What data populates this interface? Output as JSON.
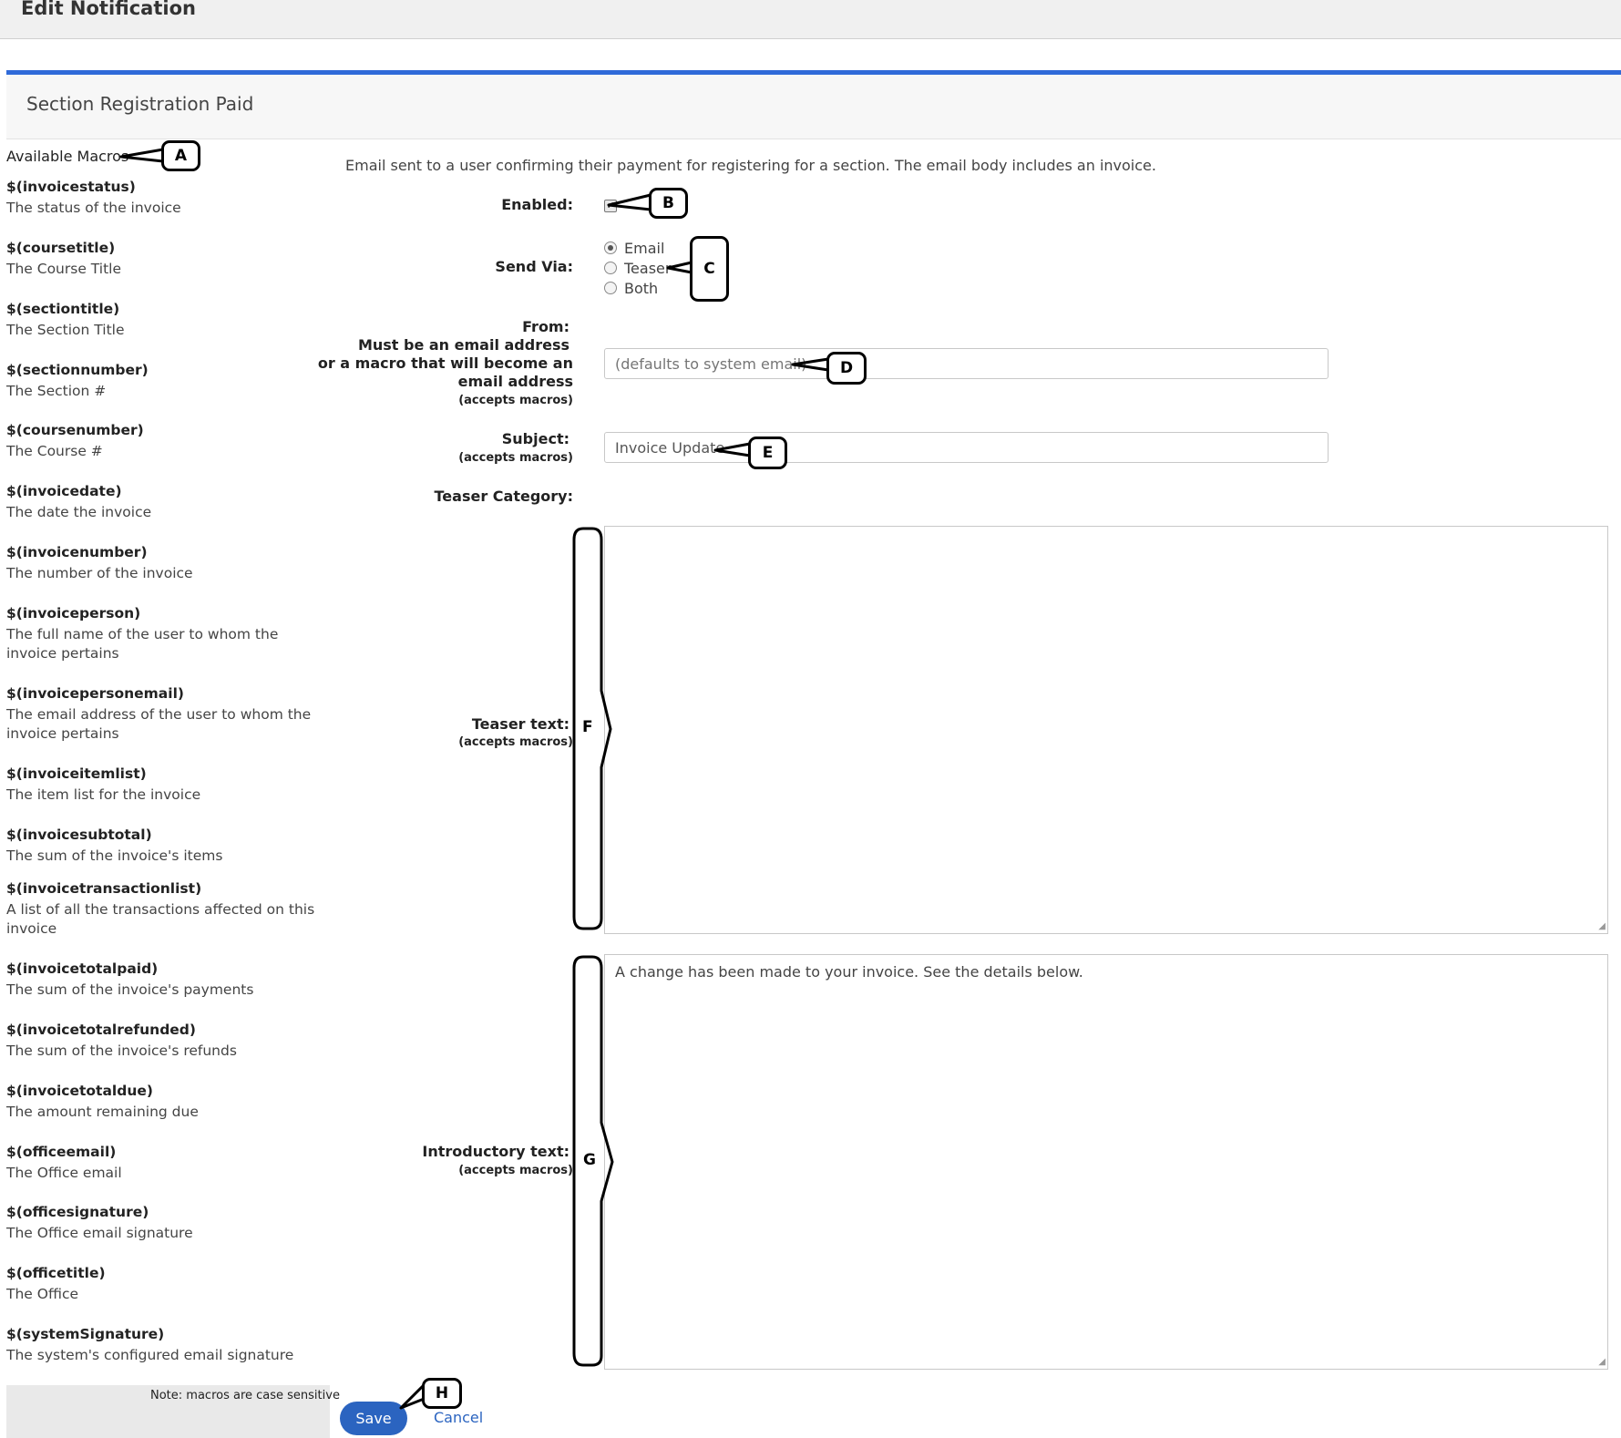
{
  "header": {
    "title": "Edit Notification"
  },
  "panel": {
    "title": "Section Registration Paid"
  },
  "macros": {
    "heading": "Available Macros",
    "items": [
      {
        "name": "$(invoicestatus)",
        "desc": "The status of the invoice"
      },
      {
        "name": "$(coursetitle)",
        "desc": "The Course Title"
      },
      {
        "name": "$(sectiontitle)",
        "desc": "The Section Title"
      },
      {
        "name": "$(sectionnumber)",
        "desc": "The Section #"
      },
      {
        "name": "$(coursenumber)",
        "desc": "The Course #"
      },
      {
        "name": "$(invoicedate)",
        "desc": "The date the invoice"
      },
      {
        "name": "$(invoicenumber)",
        "desc": "The number of the invoice"
      },
      {
        "name": "$(invoiceperson)",
        "desc": "The full name of the user to whom the invoice pertains"
      },
      {
        "name": "$(invoicepersonemail)",
        "desc": "The email address of the user to whom the invoice pertains"
      },
      {
        "name": "$(invoiceitemlist)",
        "desc": "The item list for the invoice"
      },
      {
        "name": "$(invoicesubtotal)",
        "desc": "The sum of the invoice's items"
      },
      {
        "name": "$(invoicetransactionlist)",
        "desc": "A list of all the transactions affected on this invoice"
      },
      {
        "name": "$(invoicetotalpaid)",
        "desc": "The sum of the invoice's payments"
      },
      {
        "name": "$(invoicetotalrefunded)",
        "desc": "The sum of the invoice's refunds"
      },
      {
        "name": "$(invoicetotaldue)",
        "desc": "The amount remaining due"
      },
      {
        "name": "$(officeemail)",
        "desc": "The Office email"
      },
      {
        "name": "$(officesignature)",
        "desc": "The Office email signature"
      },
      {
        "name": "$(officetitle)",
        "desc": "The Office"
      },
      {
        "name": "$(systemSignature)",
        "desc": "The system's configured email signature"
      }
    ],
    "note": "Note: macros are case sensitive"
  },
  "form": {
    "description": "Email sent to a user confirming their payment for registering for a section. The email body includes an invoice.",
    "enabled_label": "Enabled:",
    "enabled_checked": true,
    "send_via_label": "Send Via:",
    "send_via_options": [
      "Email",
      "Teaser",
      "Both"
    ],
    "send_via_selected": "Email",
    "from_label": "From:",
    "from_help_1": "Must be an email address",
    "from_help_2": "or a macro that will become an",
    "from_help_3": "email address",
    "accepts_macros": "(accepts macros)",
    "from_placeholder": "(defaults to system email)",
    "from_value": "",
    "subject_label": "Subject:",
    "subject_value": "Invoice Update",
    "teaser_category_label": "Teaser Category:",
    "teaser_text_label": "Teaser text:",
    "teaser_text_value": "",
    "intro_text_label": "Introductory text:",
    "intro_text_value": "A change has been made to your invoice.  See the details below."
  },
  "actions": {
    "save_label": "Save",
    "cancel_label": "Cancel"
  },
  "callouts": [
    "A",
    "B",
    "C",
    "D",
    "E",
    "F",
    "G",
    "H"
  ],
  "colors": {
    "accent": "#2f6ad9",
    "button": "#2b64c0"
  }
}
